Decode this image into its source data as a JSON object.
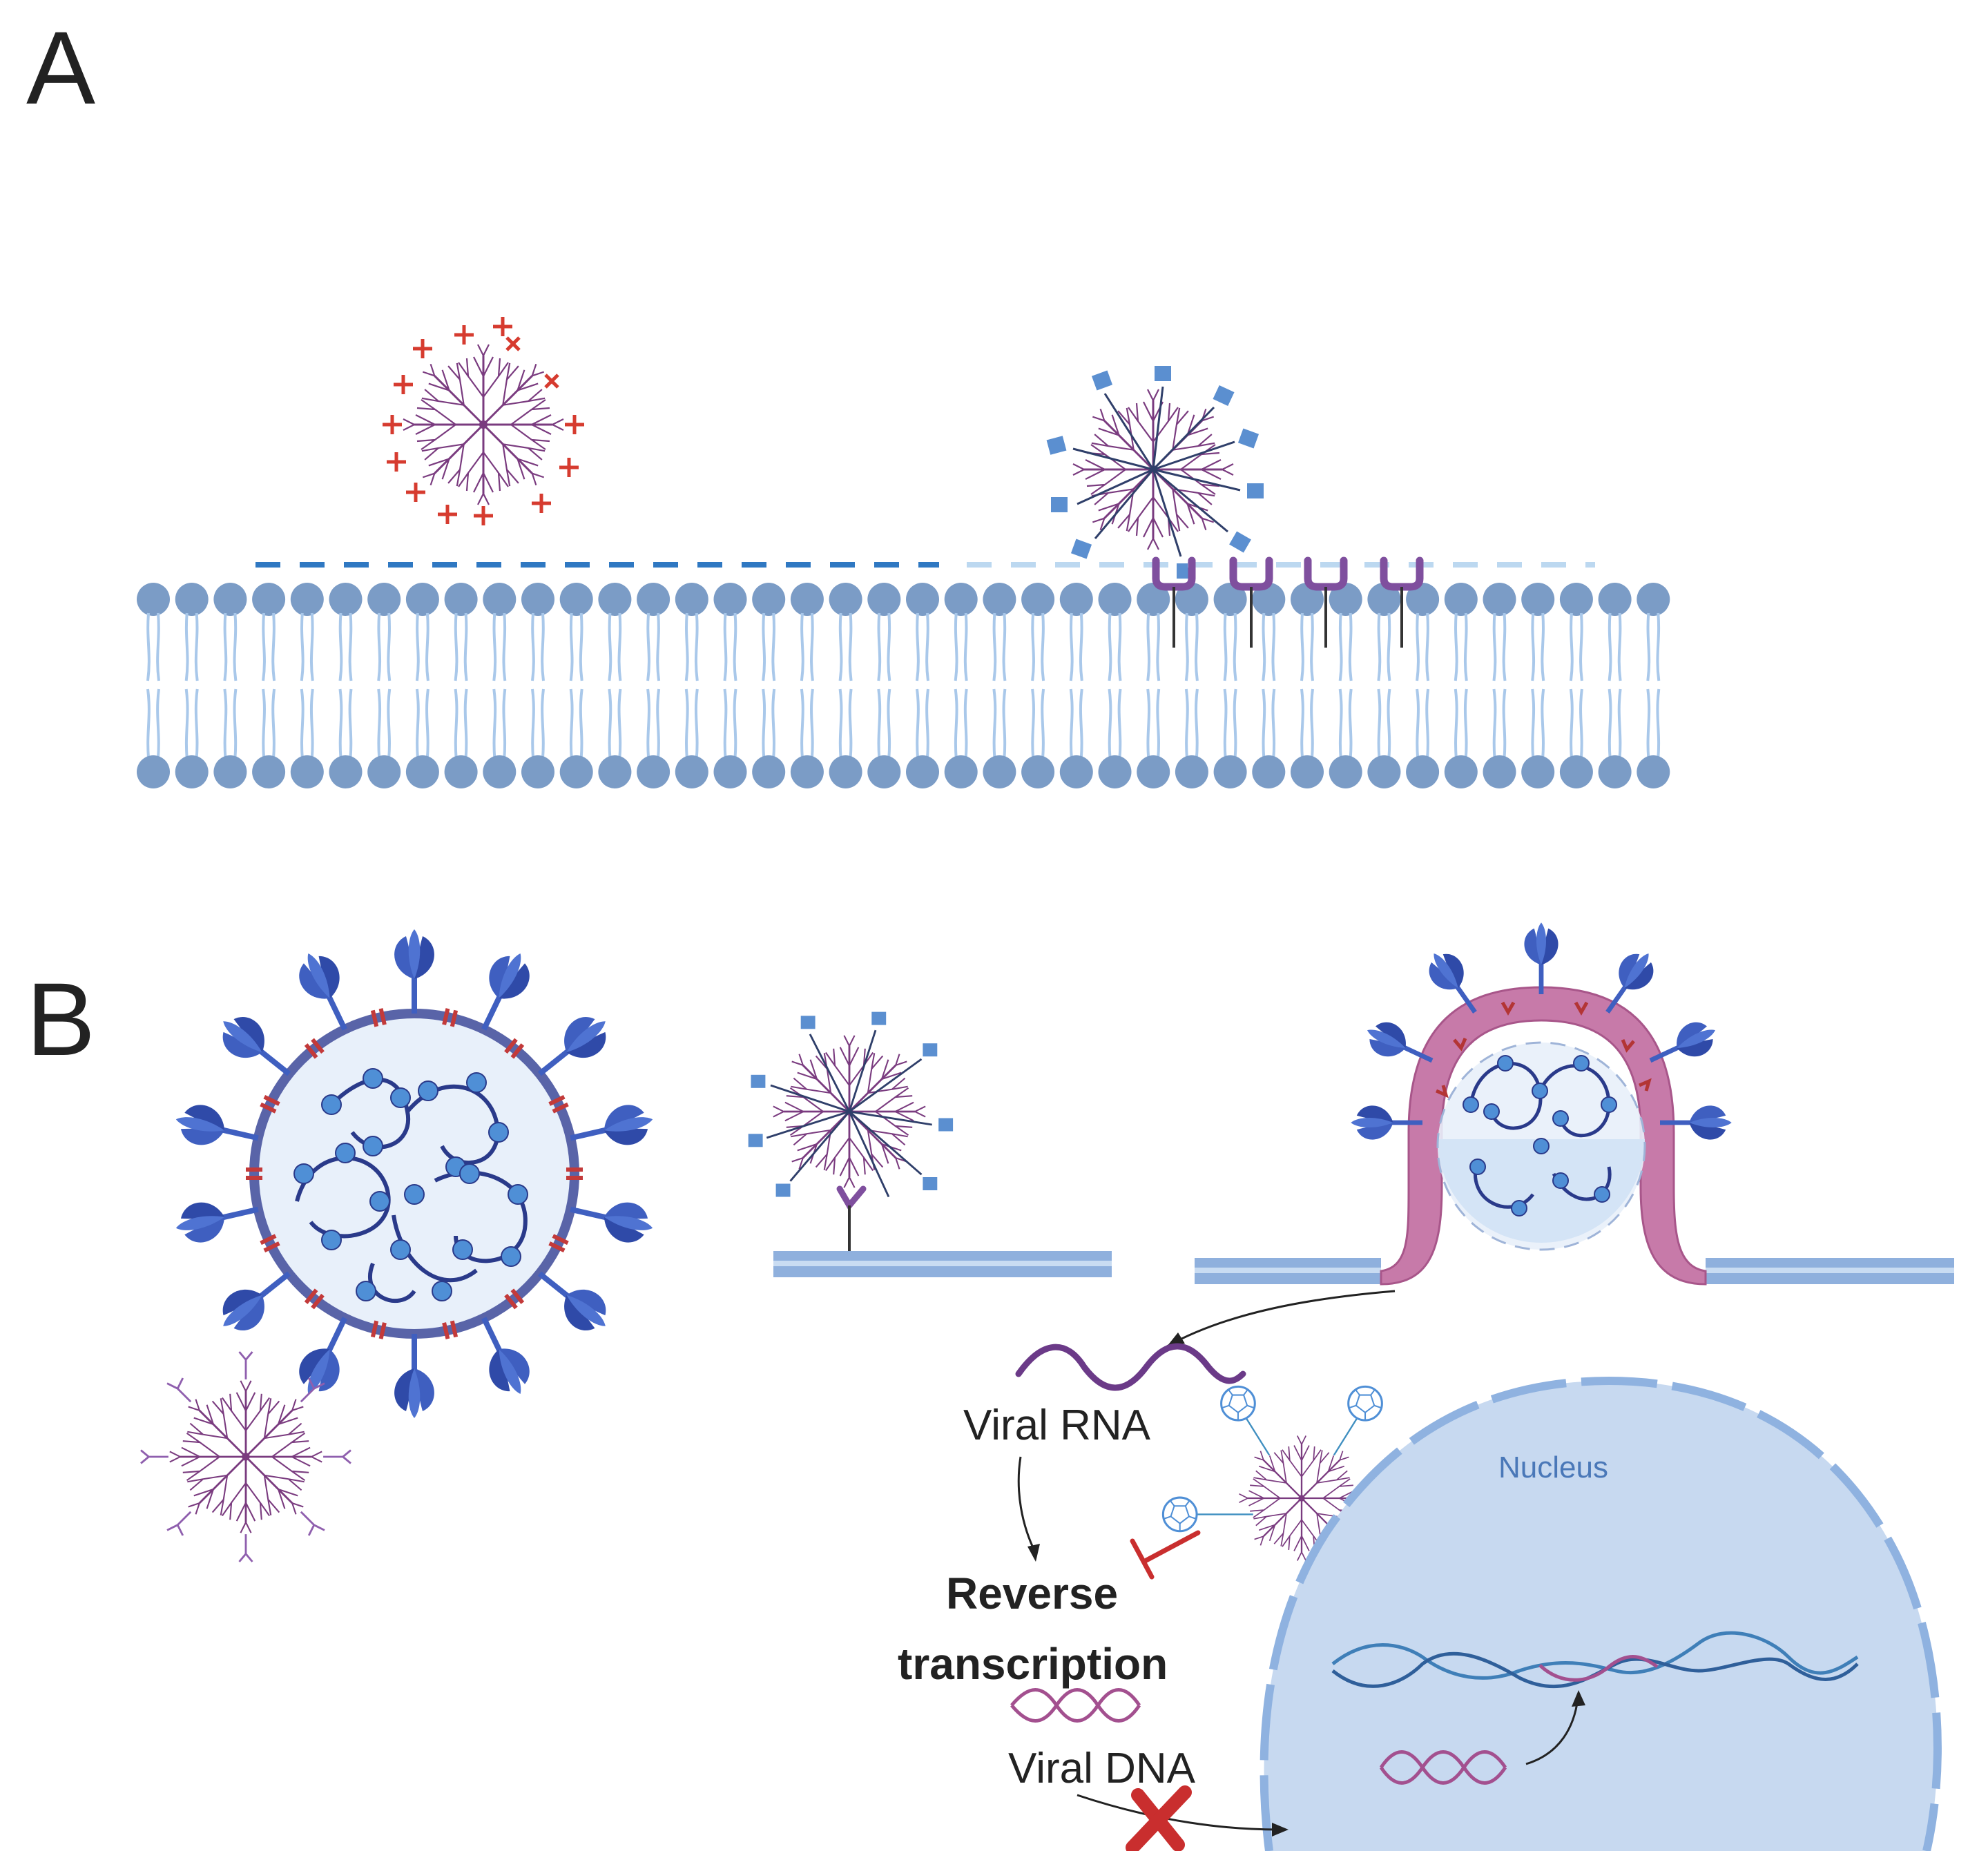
{
  "panels": {
    "a": {
      "letter": "A"
    },
    "b": {
      "letter": "B"
    }
  },
  "labels": {
    "viral_rna": "Viral RNA",
    "reverse_transcription_line1": "Reverse",
    "reverse_transcription_line2": "transcription",
    "viral_dna": "Viral DNA",
    "nucleus": "Nucleus"
  },
  "colors": {
    "membrane_head": "#7b9cc6",
    "membrane_tail": "#a9c8ea",
    "positive_charge": "#d63b2f",
    "ligand_square": "#5b8fd0",
    "receptor": "#7f4f9e",
    "dendrimer": "#7a3b7f",
    "virus_fill": "#e8f0fa",
    "virus_rim": "#5964a8",
    "spike_protein": "#3f5fc0",
    "rna_strand": "#2a3a8a",
    "rna_bead": "#4f8fd6",
    "host_membrane": "#8fb0dd",
    "budding_membrane": "#c77aa9",
    "nucleus_fill": "#c7d9f0",
    "nucleus_envelope": "#8fb2e0",
    "dna_helix": "#3f7fb8",
    "viral_dna": "#a3508f",
    "inhibit": "#c92e2e"
  }
}
